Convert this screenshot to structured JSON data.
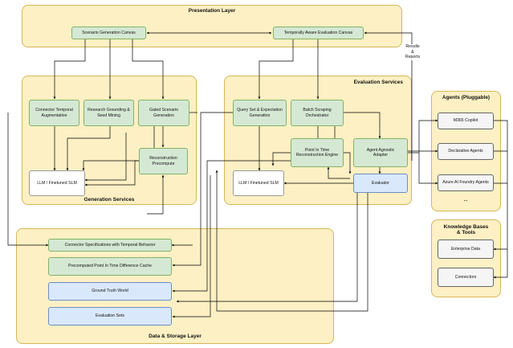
{
  "layers": {
    "presentation": "Presentation Layer",
    "generation": "Generation Services",
    "evaluation": "Evaluation Services",
    "data": "Data & Storage Layer",
    "agents": "Agents (Pluggable)",
    "knowledge": "Knowledge Bases\n& Tools"
  },
  "nodes": {
    "scenario_canvas": "Scenario Generation Canvas",
    "eval_canvas": "Temporally Aware Evaluation Canvas",
    "connector_aug": "Connector Temporal\nAugmentation",
    "research_grounding": "Research Grounding &\nSeed Mining",
    "gated_scenario": "Gated Scenario\nGeneration",
    "reconstruction_precompute": "Reconstruction\nPrecompute",
    "llm_gen": "LLM / Finetuned SLM",
    "query_set": "Query Set & Expectation\nGeneration",
    "batch_scraping": "Batch Scraping\nOrchestrator",
    "pit_engine": "Point In Time\nReconstruction Engine",
    "agent_adapter": "Agent Agnostic\nAdapter",
    "llm_eval": "LLM / Finetuned SLM",
    "evaluator": "Evaluator",
    "m365": "M365 Copilot",
    "declarative": "Declarative Agents",
    "azure_foundry": "Azure AI Foundry Agents",
    "agents_more": "...",
    "enterprise_data": "Enterprise Data",
    "connectors": "Connectors",
    "connector_specs": "Connector Specifications with Temporal Behavior",
    "pit_cache": "Precomputed Point In Time Difference Cache",
    "ground_truth": "Ground Truth World",
    "evaluation_sets": "Evaluation Sets"
  },
  "edge_labels": {
    "results_reports": "Results\n&\nReports"
  },
  "colors": {
    "layer_fill": "#fdf0c4",
    "layer_stroke": "#d6b656",
    "green_fill": "#d5e8d4",
    "green_stroke": "#82b366",
    "blue_fill": "#dae8fc",
    "blue_stroke": "#6c8ebf",
    "gray_fill": "#f5f5f5",
    "edge": "#000000"
  }
}
